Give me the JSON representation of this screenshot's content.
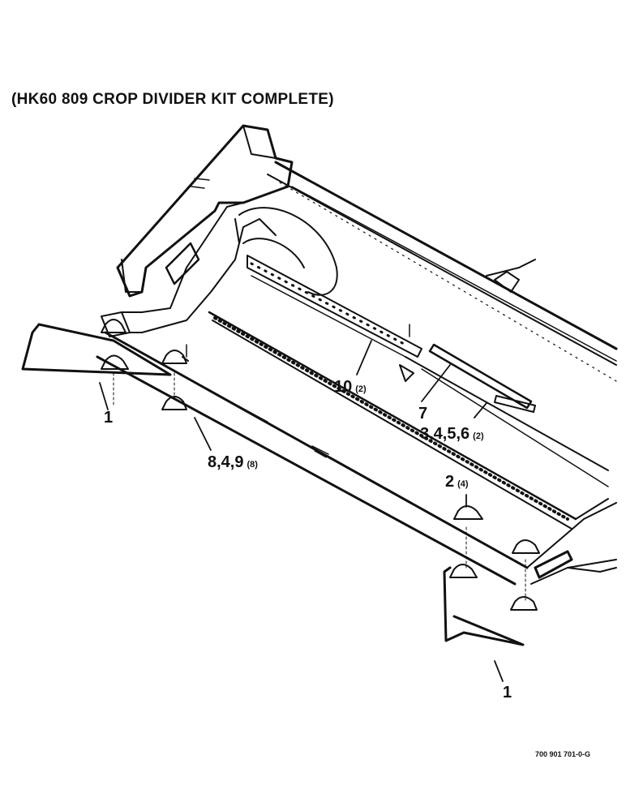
{
  "title": "(HK60 809 CROP DIVIDER KIT COMPLETE)",
  "callouts": {
    "c1_left": {
      "num": "1",
      "qty": ""
    },
    "c10": {
      "num": "10",
      "qty": "(2)"
    },
    "c7": {
      "num": "7",
      "qty": ""
    },
    "c3456": {
      "num": "3,4,5,6",
      "qty": "(2)"
    },
    "c849": {
      "num": "8,4,9",
      "qty": "(8)"
    },
    "c2": {
      "num": "2",
      "qty": "(4)"
    },
    "c1_right": {
      "num": "1",
      "qty": ""
    }
  },
  "reference_number": "700 901 701-0-G",
  "colors": {
    "ink": "#111111",
    "paper": "#ffffff"
  }
}
